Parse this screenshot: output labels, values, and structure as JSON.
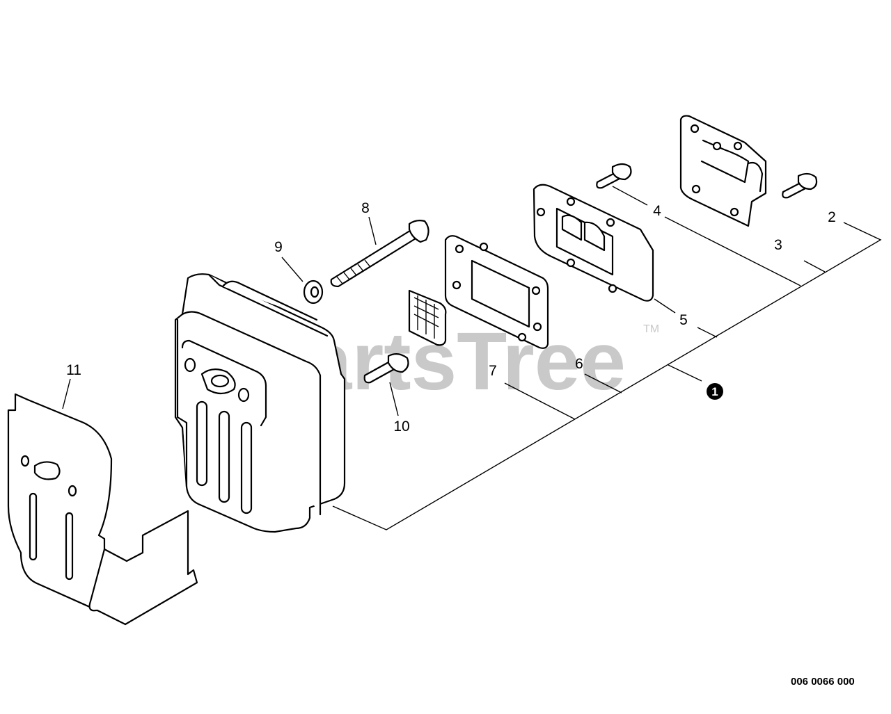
{
  "watermark": {
    "brand": "PartsTree",
    "trademark": "TM"
  },
  "drawing_number": "006 0066 000",
  "assembly_badge": "1",
  "callouts": {
    "c2": "2",
    "c3": "3",
    "c4": "4",
    "c5": "5",
    "c6": "6",
    "c7": "7",
    "c8": "8",
    "c9": "9",
    "c10": "10",
    "c11": "11"
  }
}
